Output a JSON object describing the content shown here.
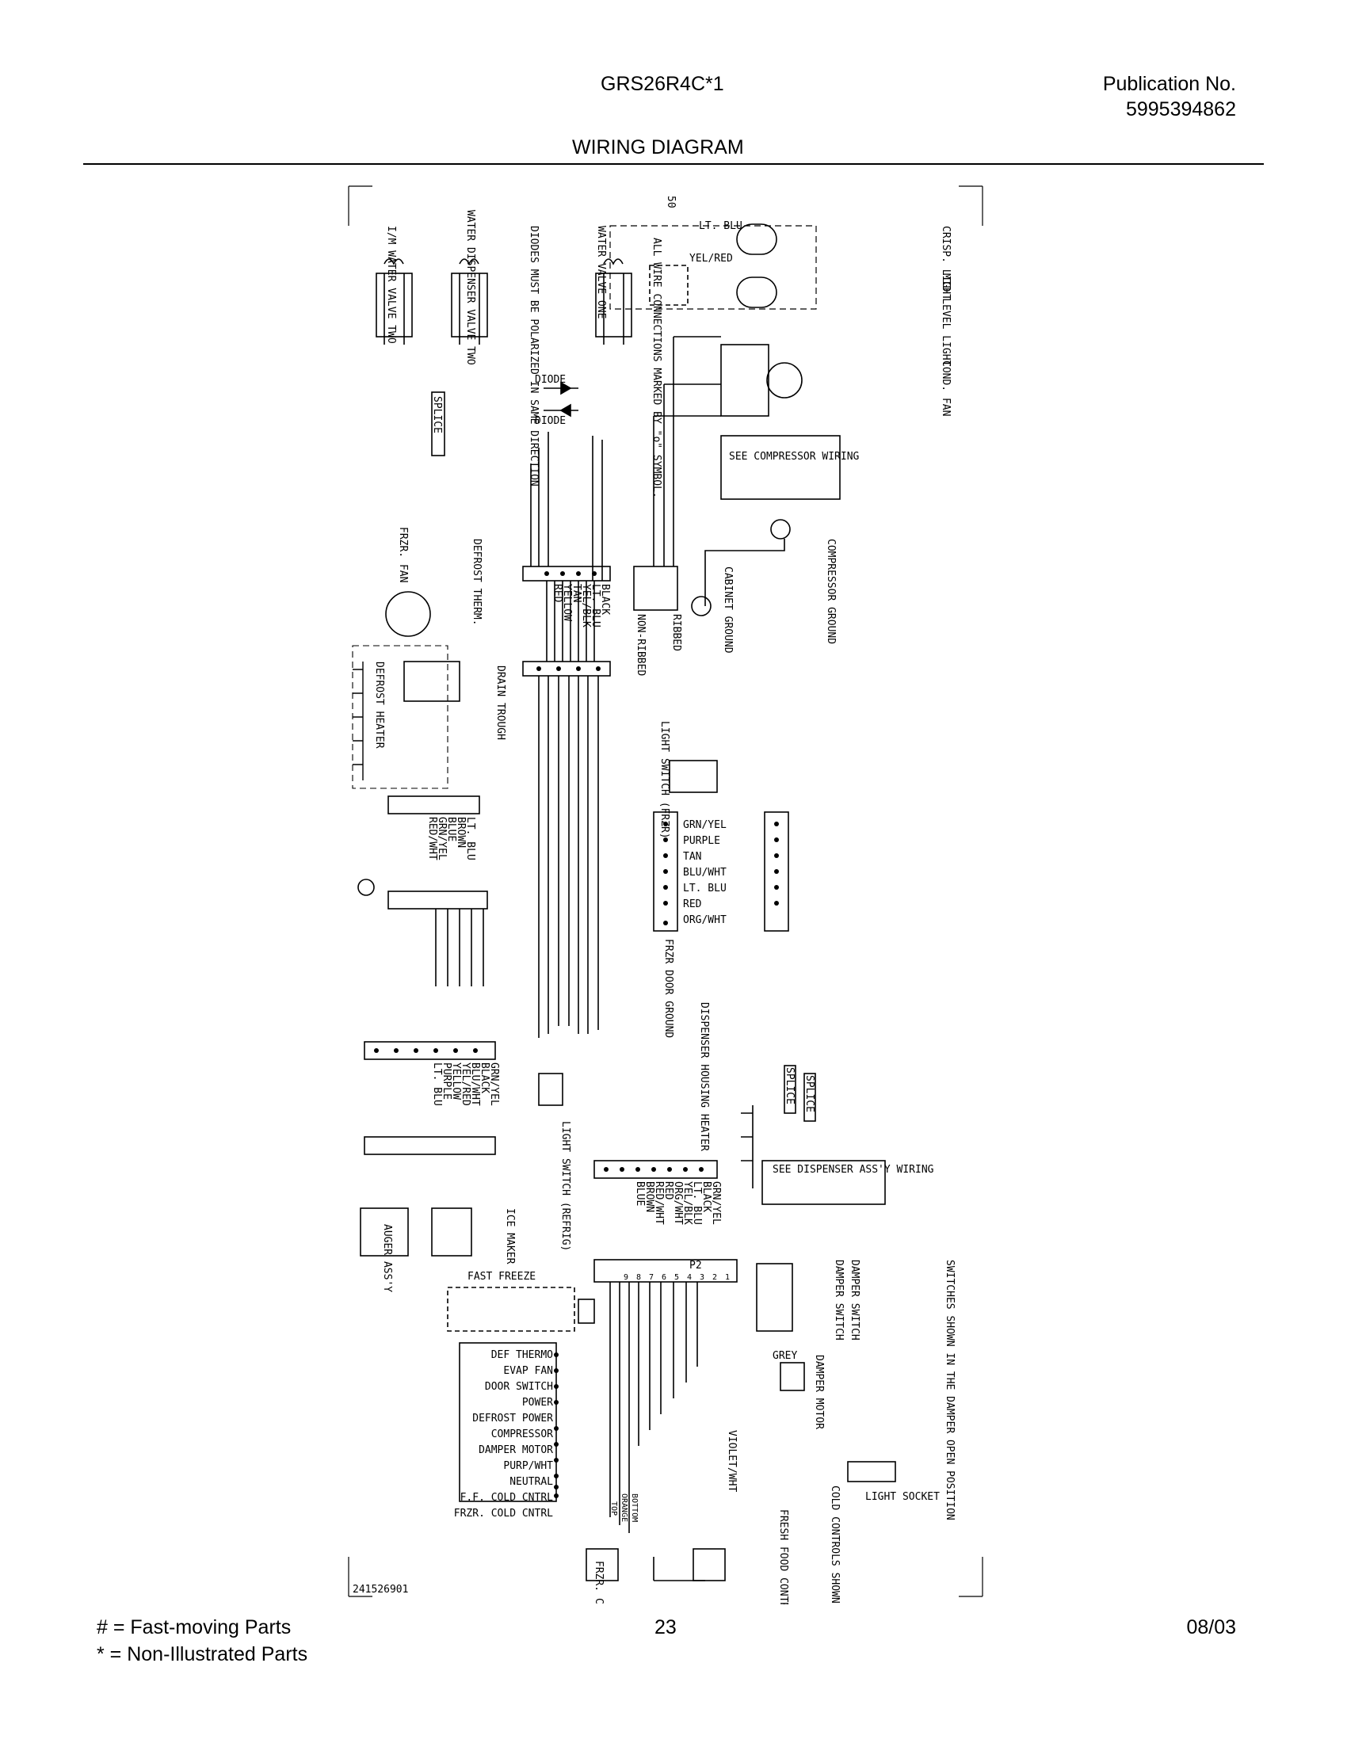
{
  "header": {
    "model": "GRS26R4C*1",
    "publication_label": "Publication No.",
    "publication_number": "5995394862",
    "title": "WIRING DIAGRAM"
  },
  "diagram": {
    "corner_mark": "50",
    "part_number": "241526901",
    "components": {
      "im_valve": "I/M WATER VALVE TWO",
      "dispenser_valve": "WATER DISPENSER VALVE TWO",
      "diode_note": "DIODES MUST BE POLARIZED IN SAME DIRECTION",
      "water_valve_one": "WATER VALVE ONE",
      "connection_note": "ALL WIRE CONNECTIONS MARKED BY \"o\" SYMBOL.",
      "crisp_light": "CRISP. LIGHT",
      "mid_level_light": "MID LEVEL LIGHT",
      "cond_fan": "COND. FAN",
      "diode_1": "DIODE",
      "diode_2": "DIODE",
      "splice_1": "SPLICE",
      "see_compressor": "SEE COMPRESSOR WIRING",
      "compressor_ground": "COMPRESSOR GROUND",
      "cabinet_ground": "CABINET GROUND",
      "frzr_fan": "FRZR. FAN",
      "defrost_therm": "DEFROST THERM.",
      "defrost_heater": "DEFROST HEATER",
      "drain_trough": "DRAIN TROUGH",
      "ribbed": "RIBBED",
      "non_ribbed": "NON-RIBBED",
      "light_switch_frzr": "LIGHT SWITCH (FRZR)",
      "frzr_door_ground": "FRZR DOOR GROUND",
      "dispenser_heater": "DISPENSER HOUSING HEATER",
      "splice_2": "SPLICE",
      "splice_3": "SPLICE",
      "see_dispenser": "SEE DISPENSER ASS'Y WIRING",
      "light_switch_refrig": "LIGHT SWITCH (REFRIG)",
      "auger": "AUGER ASS'Y",
      "ice_maker": "ICE MAKER",
      "fast_freeze": "FAST FREEZE",
      "p2": "P2",
      "damper_switch_1": "DAMPER SWITCH",
      "damper_switch_2": "DAMPER SWITCH",
      "grey": "GREY",
      "damper_motor": "DAMPER MOTOR",
      "switches_note": "SWITCHES SHOWN IN THE DAMPER OPEN POSITION",
      "light_socket": "LIGHT SOCKET",
      "violet_wht": "VIOLET/WHT",
      "cold_controls_note": "COLD CONTROLS SHOWN IN THE ON POSITION.",
      "fresh_food_control": "FRESH FOOD CONTROL",
      "frzr_control": "FRZR. CONTROL",
      "orange": "ORANGE",
      "bottom": "BOTTOM",
      "top": "TOP"
    },
    "wire_colors_top": {
      "lt_blu": "LT. BLU",
      "yel_red": "YEL/RED"
    },
    "connector_a_wires": [
      "BLACK",
      "LT. BLU",
      "YEL/BLK",
      "TAN",
      "YELLOW",
      "RED"
    ],
    "connector_b_wires": [
      "LT. BLU",
      "BROWN",
      "BLUE",
      "GRN/YEL",
      "RED/WHT"
    ],
    "connector_c_wires": [
      "GRN/YEL",
      "PURPLE",
      "TAN",
      "BLU/WHT",
      "LT. BLU",
      "RED",
      "ORG/WHT"
    ],
    "connector_d_wires": [
      "GRN/YEL",
      "BLACK",
      "BLU/WHT",
      "YEL/RED",
      "YELLOW",
      "PURPLE",
      "LT. BLU"
    ],
    "connector_e_wires": [
      "GRN/YEL",
      "BLACK",
      "LT. BLU",
      "YEL/BLK",
      "ORG/WHT",
      "RED",
      "RED/WHT",
      "BROWN",
      "BLUE"
    ],
    "p2_pins": [
      "1",
      "2",
      "3",
      "4",
      "5",
      "6",
      "7",
      "8",
      "9"
    ],
    "control_terminals": [
      "DEF THERMO",
      "EVAP FAN",
      "DOOR SWITCH",
      "POWER",
      "DEFROST POWER",
      "COMPRESSOR",
      "DAMPER MOTOR",
      "PURP/WHT",
      "NEUTRAL",
      "F.F. COLD CNTRL",
      "FRZR. COLD CNTRL"
    ]
  },
  "footer": {
    "legend_fast": "#  =  Fast-moving Parts",
    "legend_non": "*    =  Non-Illustrated Parts",
    "page": "23",
    "date": "08/03"
  }
}
